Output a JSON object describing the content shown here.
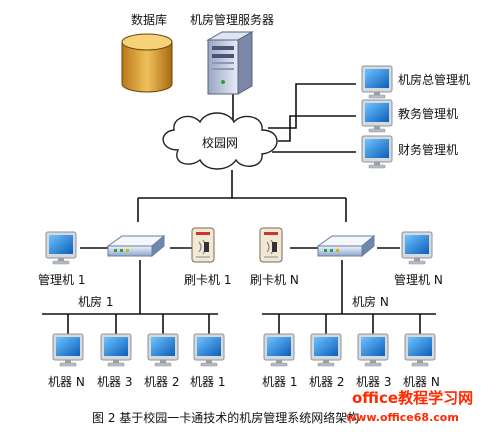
{
  "labels": {
    "database": "数据库",
    "server": "机房管理服务器",
    "campus_net": "校园网",
    "mgr_general": "机房总管理机",
    "mgr_academic": "教务管理机",
    "mgr_finance": "财务管理机",
    "mgr1": "管理机 1",
    "card1": "刷卡机 1",
    "cardN": "刷卡机 N",
    "mgrN": "管理机 N",
    "room1": "机房 1",
    "roomN": "机房 N",
    "left_machines": [
      "机器 N",
      "机器 3",
      "机器 2",
      "机器 1"
    ],
    "right_machines": [
      "机器 1",
      "机器 2",
      "机器 3",
      "机器 N"
    ]
  },
  "caption": "图 2  基于校园一卡通技术的机房管理系统网络架构",
  "watermark": {
    "title": "office教程学习网",
    "url": "www.office68.com"
  },
  "colors": {
    "monitor_screen": "#1e88d8",
    "monitor_frame": "#c8ccd0",
    "db_body": "#d7a12e",
    "line": "#111111",
    "watermark": "#ff2a00"
  }
}
